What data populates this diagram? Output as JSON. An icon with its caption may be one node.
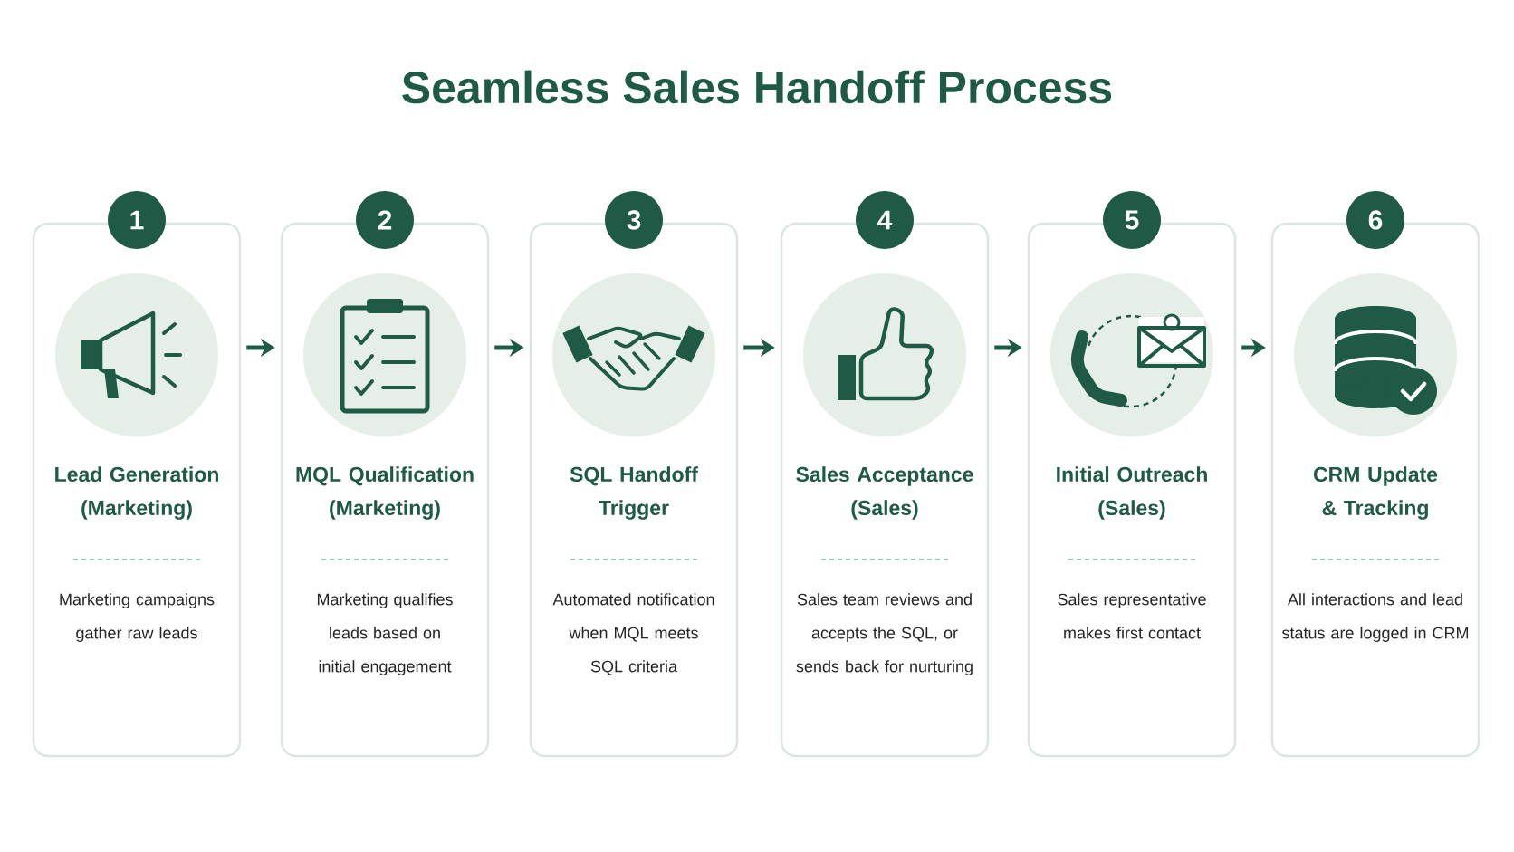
{
  "diagram": {
    "title": "Seamless Sales Handoff Process",
    "nodes": [
      {
        "text": [
          "1",
          "Lead Generation (Marketing)",
          "Marketing campaigns gather raw leads"
        ]
      },
      {
        "text": [
          "2",
          "MQL Qualification (Marketing)",
          "Marketing qualifies leads based on initial engagement"
        ]
      },
      {
        "text": [
          "3",
          "SQL Handoff Trigger",
          "Automated notification when MQL meets SQL criteria"
        ]
      },
      {
        "text": [
          "4",
          "Sales Acceptance (Sales)",
          "Sales team reviews and accepts the SQL, or sends back for nurturing"
        ]
      },
      {
        "text": [
          "5",
          "Initial Outreach (Sales)",
          "Sales representative makes first contact"
        ]
      },
      {
        "text": [
          "6",
          "CRM Update & Tracking",
          "All interactions and lead status are logged in CRM"
        ]
      }
    ],
    "edges": [
      {
        "from": 0,
        "to": 1,
        "arrow": "to"
      },
      {
        "from": 1,
        "to": 2,
        "arrow": "to"
      },
      {
        "from": 2,
        "to": 3,
        "arrow": "to"
      },
      {
        "from": 3,
        "to": 4,
        "arrow": "to"
      },
      {
        "from": 4,
        "to": 5,
        "arrow": "to"
      }
    ]
  }
}
